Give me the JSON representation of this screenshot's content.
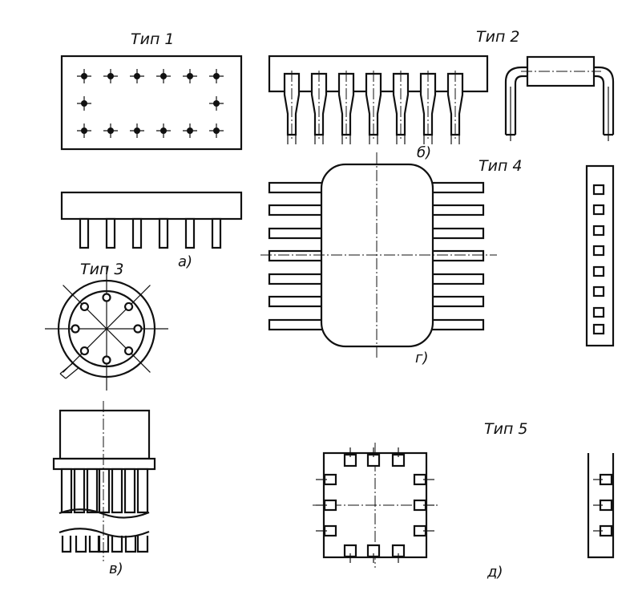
{
  "labels": {
    "type1": "Тип 1",
    "type2": "Тип 2",
    "type3": "Тип 3",
    "type4": "Тип 4",
    "type5": "Тип 5"
  },
  "views": {
    "a": "а)",
    "b": "б)",
    "v": "в)",
    "g": "г)",
    "d": "д)"
  }
}
